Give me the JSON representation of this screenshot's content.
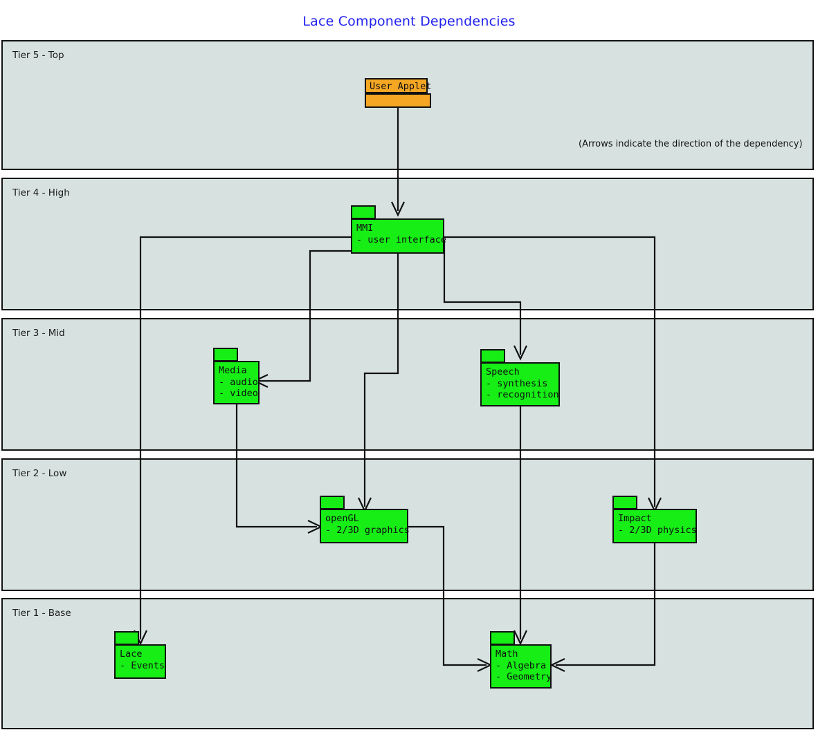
{
  "page": {
    "title": "Lace Component Dependencies",
    "title_color": "#2020ee",
    "note": "(Arrows indicate the direction of the dependency)",
    "background": "#ffffff"
  },
  "palette": {
    "tier_fill": "#d7e2e0",
    "component_fill": "#16ee16",
    "applet_fill": "#f5a623",
    "stroke": "#111111"
  },
  "tiers": [
    {
      "id": "tier5",
      "label": "Tier 5 - Top"
    },
    {
      "id": "tier4",
      "label": "Tier 4 - High"
    },
    {
      "id": "tier3",
      "label": "Tier 3 - Mid"
    },
    {
      "id": "tier2",
      "label": "Tier 2 - Low"
    },
    {
      "id": "tier1",
      "label": "Tier 1 - Base"
    }
  ],
  "components": [
    {
      "id": "user_applet",
      "tier": "tier5",
      "name": "User Applet",
      "details": [],
      "style": "applet"
    },
    {
      "id": "mmi",
      "tier": "tier4",
      "name": "MMI",
      "details": [
        "- user interface"
      ],
      "style": "component"
    },
    {
      "id": "media",
      "tier": "tier3",
      "name": "Media",
      "details": [
        "- audio",
        "- video"
      ],
      "style": "component"
    },
    {
      "id": "speech",
      "tier": "tier3",
      "name": "Speech",
      "details": [
        "- synthesis",
        "- recognition"
      ],
      "style": "component"
    },
    {
      "id": "opengl",
      "tier": "tier2",
      "name": "openGL",
      "details": [
        "- 2/3D graphics"
      ],
      "style": "component"
    },
    {
      "id": "impact",
      "tier": "tier2",
      "name": "Impact",
      "details": [
        "- 2/3D physics"
      ],
      "style": "component"
    },
    {
      "id": "lace",
      "tier": "tier1",
      "name": "Lace",
      "details": [
        "- Events"
      ],
      "style": "component"
    },
    {
      "id": "math",
      "tier": "tier1",
      "name": "Math",
      "details": [
        "- Algebra",
        "- Geometry"
      ],
      "style": "component"
    }
  ],
  "dependencies": [
    {
      "from": "user_applet",
      "to": "mmi"
    },
    {
      "from": "mmi",
      "to": "lace"
    },
    {
      "from": "mmi",
      "to": "media"
    },
    {
      "from": "mmi",
      "to": "opengl"
    },
    {
      "from": "mmi",
      "to": "speech"
    },
    {
      "from": "mmi",
      "to": "impact"
    },
    {
      "from": "media",
      "to": "opengl"
    },
    {
      "from": "speech",
      "to": "math"
    },
    {
      "from": "opengl",
      "to": "math"
    },
    {
      "from": "impact",
      "to": "math"
    }
  ]
}
